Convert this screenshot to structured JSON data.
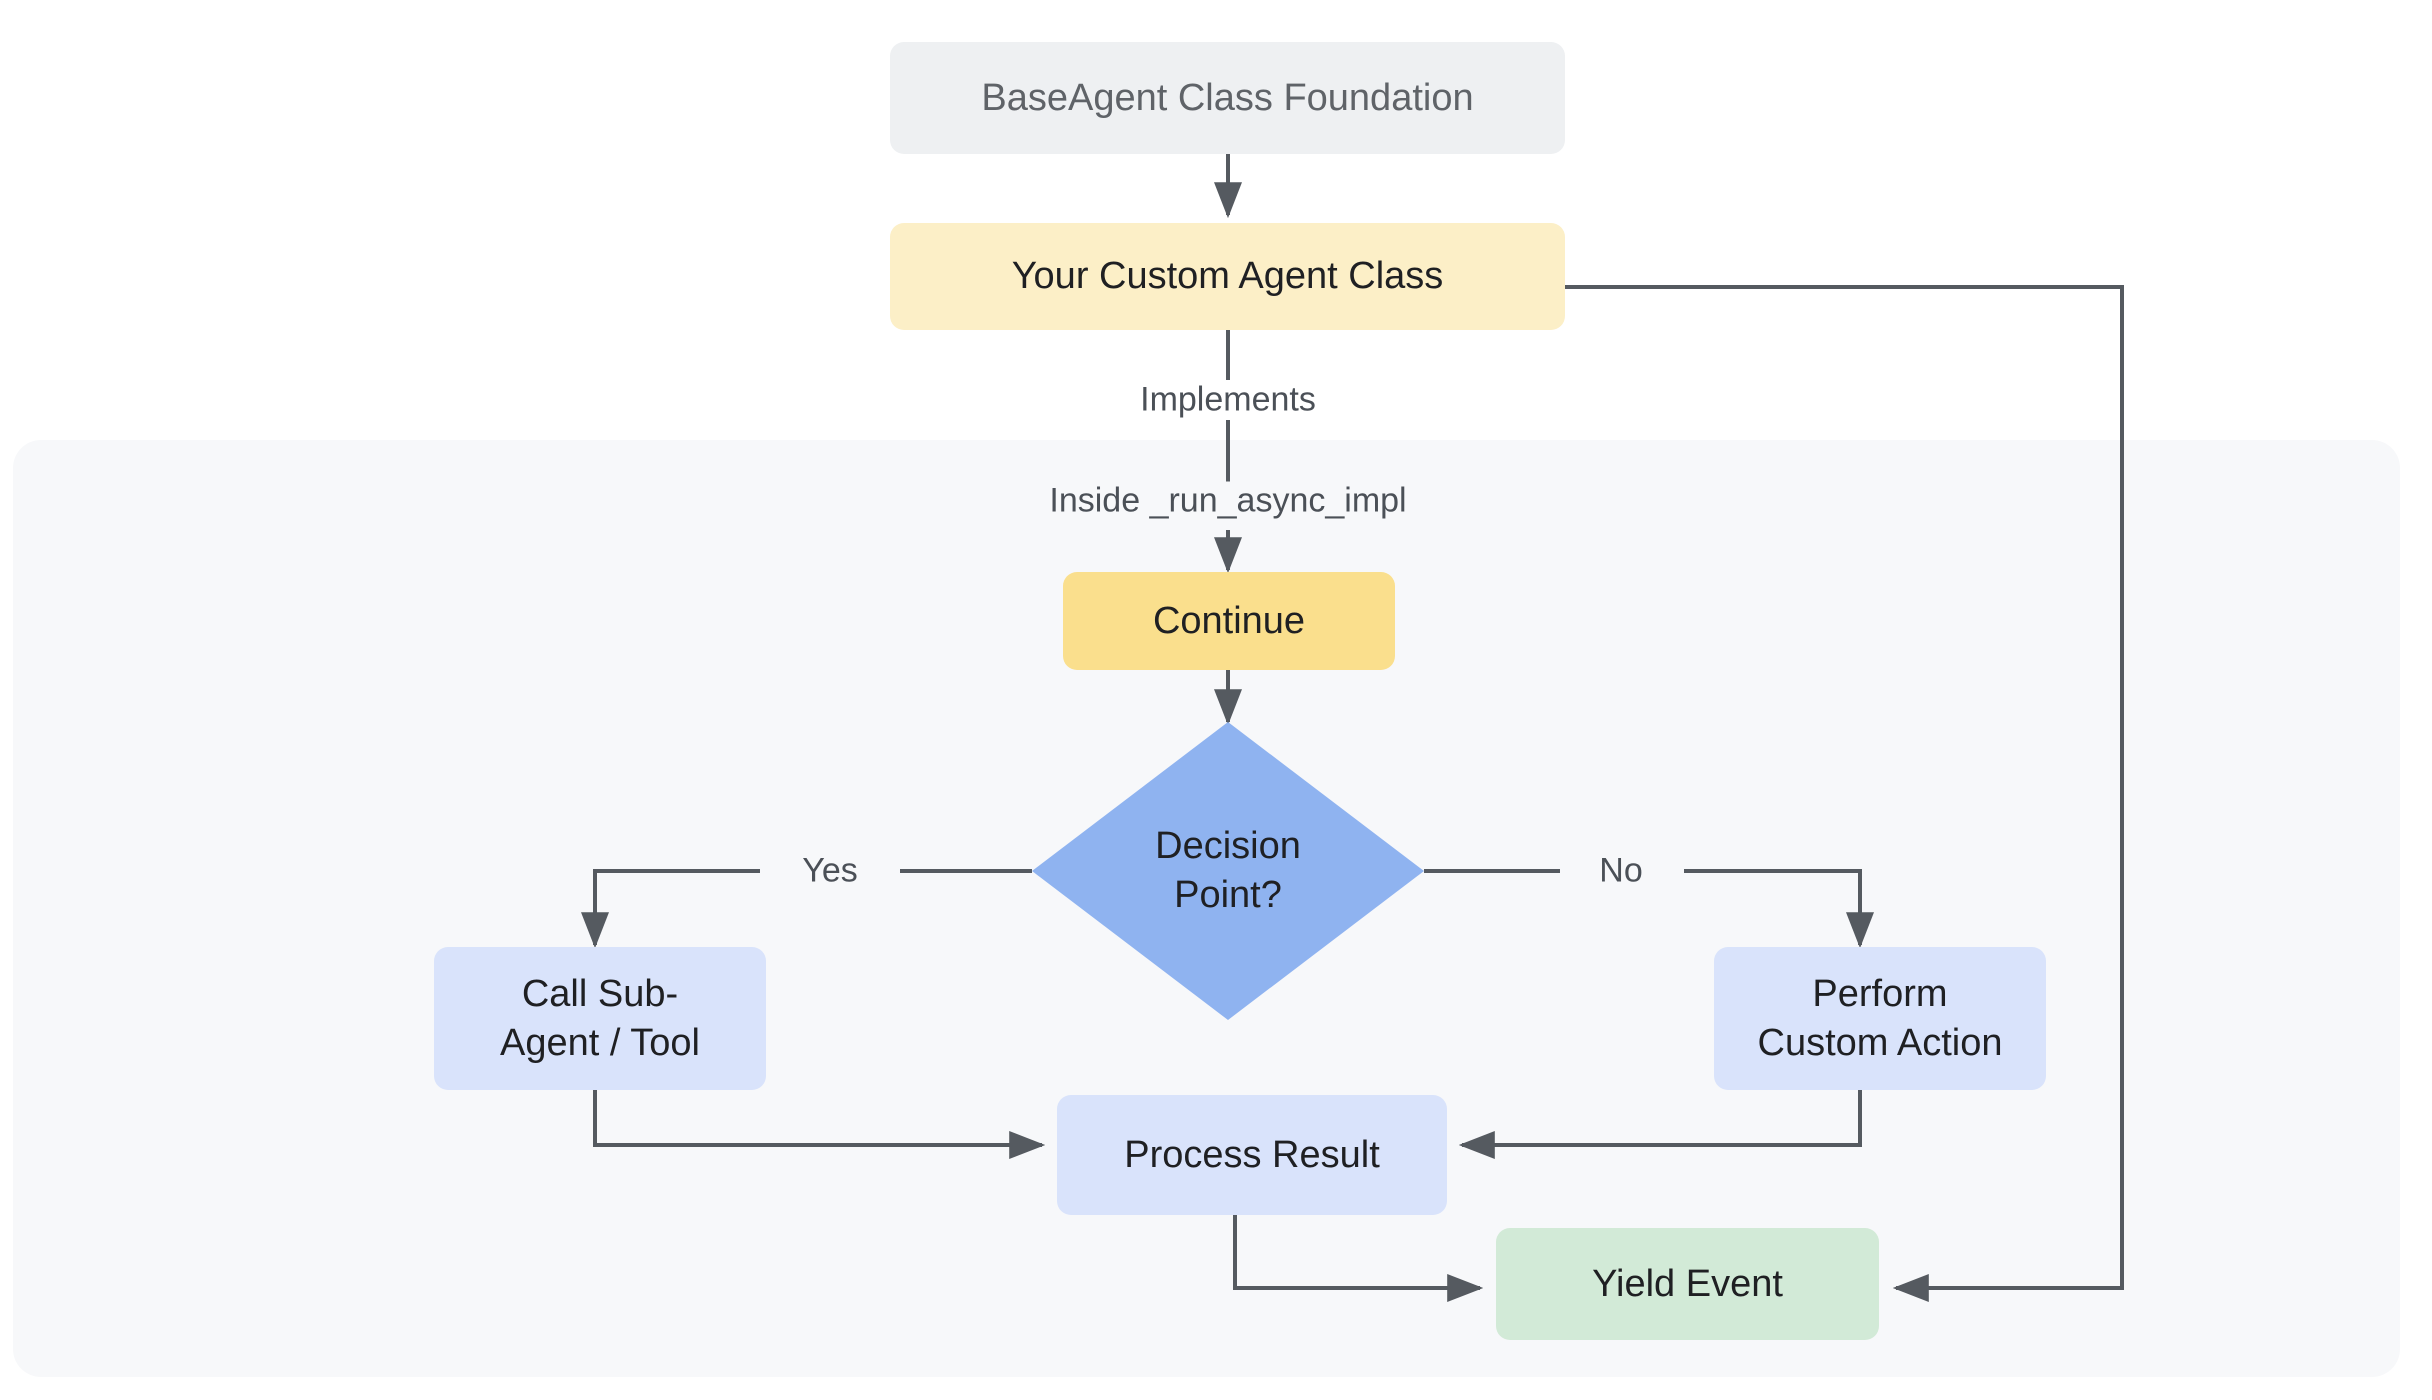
{
  "diagram": {
    "type": "flowchart",
    "title_visible": false,
    "background": "#ffffff",
    "subgraph": {
      "name": "run-async-impl-scope",
      "label": "",
      "fill": "#f7f8fa"
    },
    "nodes": [
      {
        "id": "base_agent",
        "label": "BaseAgent Class Foundation",
        "shape": "rounded-rect",
        "fill": "#eef0f2",
        "text_color": "#5f6368"
      },
      {
        "id": "custom_agent",
        "label": "Your Custom Agent Class",
        "shape": "rounded-rect",
        "fill": "#fcefc7",
        "text_color": "#1f2023"
      },
      {
        "id": "continue",
        "label": "Continue",
        "shape": "rounded-rect",
        "fill": "#fadf8d",
        "text_color": "#1f2023"
      },
      {
        "id": "decision",
        "label": "Decision\nPoint?",
        "shape": "diamond",
        "fill": "#8fb3f0",
        "text_color": "#1f2023"
      },
      {
        "id": "call_sub_agent",
        "label": "Call Sub-\nAgent / Tool",
        "shape": "rounded-rect",
        "fill": "#d9e3fb",
        "text_color": "#1f2023"
      },
      {
        "id": "custom_action",
        "label": "Perform\nCustom Action",
        "shape": "rounded-rect",
        "fill": "#d9e3fb",
        "text_color": "#1f2023"
      },
      {
        "id": "process_result",
        "label": "Process Result",
        "shape": "rounded-rect",
        "fill": "#d9e3fb",
        "text_color": "#1f2023"
      },
      {
        "id": "yield_event",
        "label": "Yield Event",
        "shape": "rounded-rect",
        "fill": "#d2ead7",
        "text_color": "#1f2023"
      }
    ],
    "edges": [
      {
        "from": "base_agent",
        "to": "custom_agent",
        "label": ""
      },
      {
        "from": "custom_agent",
        "to": "continue",
        "label": "Implements"
      },
      {
        "from": "custom_agent",
        "to": "continue",
        "label": "Inside _run_async_impl"
      },
      {
        "from": "continue",
        "to": "decision",
        "label": ""
      },
      {
        "from": "decision",
        "to": "call_sub_agent",
        "label": "Yes"
      },
      {
        "from": "decision",
        "to": "custom_action",
        "label": "No"
      },
      {
        "from": "call_sub_agent",
        "to": "process_result",
        "label": ""
      },
      {
        "from": "custom_action",
        "to": "process_result",
        "label": ""
      },
      {
        "from": "process_result",
        "to": "yield_event",
        "label": ""
      },
      {
        "from": "custom_agent",
        "to": "yield_event",
        "label": ""
      }
    ],
    "edge_labels": {
      "implements": "Implements",
      "inside_run_async_impl": "Inside _run_async_impl",
      "yes": "Yes",
      "no": "No"
    },
    "colors": {
      "edge_stroke": "#555a60",
      "panel_fill": "#f7f8fa",
      "page_bg": "#ffffff"
    }
  }
}
